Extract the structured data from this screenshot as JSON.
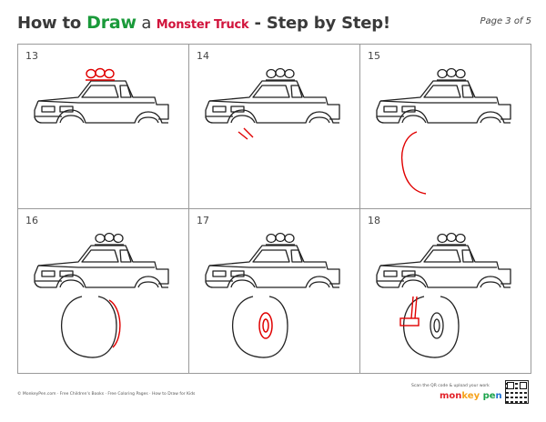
{
  "header": {
    "title_part1": "How to ",
    "title_draw": "Draw",
    "title_a": " a ",
    "title_subject": "Monster Truck",
    "title_part2": " - Step by Step!",
    "page": "Page 3 of 5"
  },
  "steps": [
    {
      "number": "13"
    },
    {
      "number": "14"
    },
    {
      "number": "15"
    },
    {
      "number": "16"
    },
    {
      "number": "17"
    },
    {
      "number": "18"
    }
  ],
  "footer": {
    "left": "© MonkeyPen.com  · Free Children's Books  · Free Coloring Pages  · How to Draw for Kids",
    "scan": "Scan the QR code & upload your work",
    "logo_parts": [
      "mon",
      "key",
      " pe",
      "n"
    ]
  },
  "colors": {
    "accent_green": "#1a9a3a",
    "accent_red": "#d1143c",
    "new_stroke": "#e00000"
  }
}
